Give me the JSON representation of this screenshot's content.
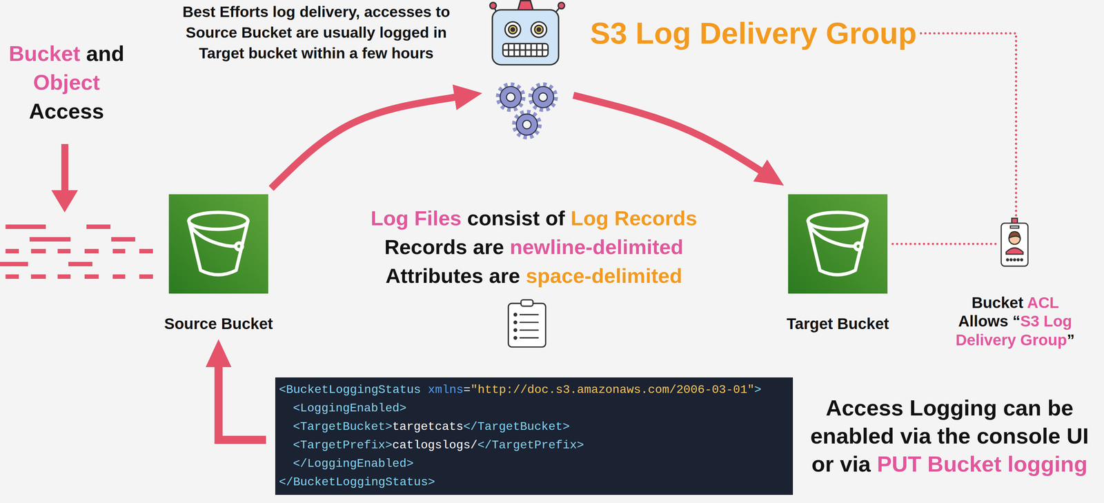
{
  "diagram": {
    "nodes": [
      {
        "text": [
          "S3 Log Delivery Group"
        ]
      },
      {
        "text": [
          "Source Bucket"
        ]
      },
      {
        "text": [
          "Target Bucket"
        ]
      },
      {
        "text": [
          "Bucket ACL Allows “S3 Log Delivery Group”"
        ]
      },
      {
        "text": [
          "<BucketLoggingStatus xmlns=\"http://doc.s3.amazonaws.com/2006-03-01\">",
          "<LoggingEnabled>",
          "<TargetBucket>targetcats</TargetBucket>",
          "<TargetPrefix>catlogslogs/</TargetPrefix>",
          "</LoggingEnabled>",
          "</BucketLoggingStatus>"
        ]
      }
    ],
    "edges": [
      {
        "from": 1,
        "to": 0,
        "arrow": "to"
      },
      {
        "from": 0,
        "to": 2,
        "arrow": "to"
      },
      {
        "from": 4,
        "to": 1,
        "arrow": "to"
      },
      {
        "from": 2,
        "to": 3,
        "arrow": "none"
      },
      {
        "from": 3,
        "to": 0,
        "arrow": "none"
      }
    ],
    "labels": [
      "Best Efforts log delivery, accesses to Source Bucket are usually logged in Target bucket within a few hours",
      "Bucket and Object Access",
      "Log Files consist of Log Records",
      "Records are newline-delimited",
      "Attributes are space-delimited",
      "Access Logging can be enabled via the console UI or via PUT Bucket logging"
    ]
  }
}
